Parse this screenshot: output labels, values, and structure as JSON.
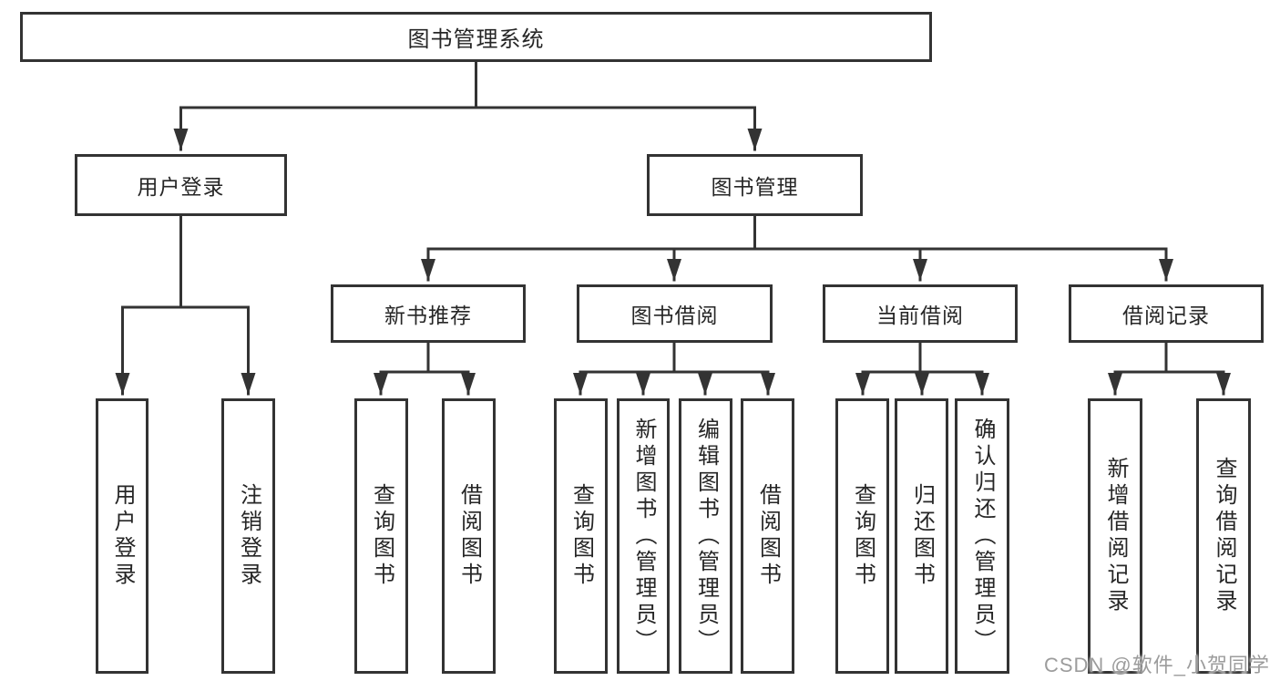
{
  "diagram": {
    "tree": {
      "label": "图书管理系统",
      "children": [
        {
          "label": "用户登录",
          "children": [
            {
              "label": "用户登录"
            },
            {
              "label": "注销登录"
            }
          ]
        },
        {
          "label": "图书管理",
          "children": [
            {
              "label": "新书推荐",
              "children": [
                {
                  "label": "查询图书"
                },
                {
                  "label": "借阅图书"
                }
              ]
            },
            {
              "label": "图书借阅",
              "children": [
                {
                  "label": "查询图书"
                },
                {
                  "label": "新增图书（管理员）"
                },
                {
                  "label": "编辑图书（管理员）"
                },
                {
                  "label": "借阅图书"
                }
              ]
            },
            {
              "label": "当前借阅",
              "children": [
                {
                  "label": "查询图书"
                },
                {
                  "label": "归还图书"
                },
                {
                  "label": "确认归还（管理员）"
                }
              ]
            },
            {
              "label": "借阅记录",
              "children": [
                {
                  "label": "新增借阅记录"
                },
                {
                  "label": "查询借阅记录"
                }
              ]
            }
          ]
        }
      ]
    }
  },
  "watermark": {
    "text": "CSDN @软件_小贺同学"
  },
  "colors": {
    "line": "#333333",
    "text": "#262626",
    "watermark": "#9c9c9c",
    "background": "#ffffff"
  }
}
